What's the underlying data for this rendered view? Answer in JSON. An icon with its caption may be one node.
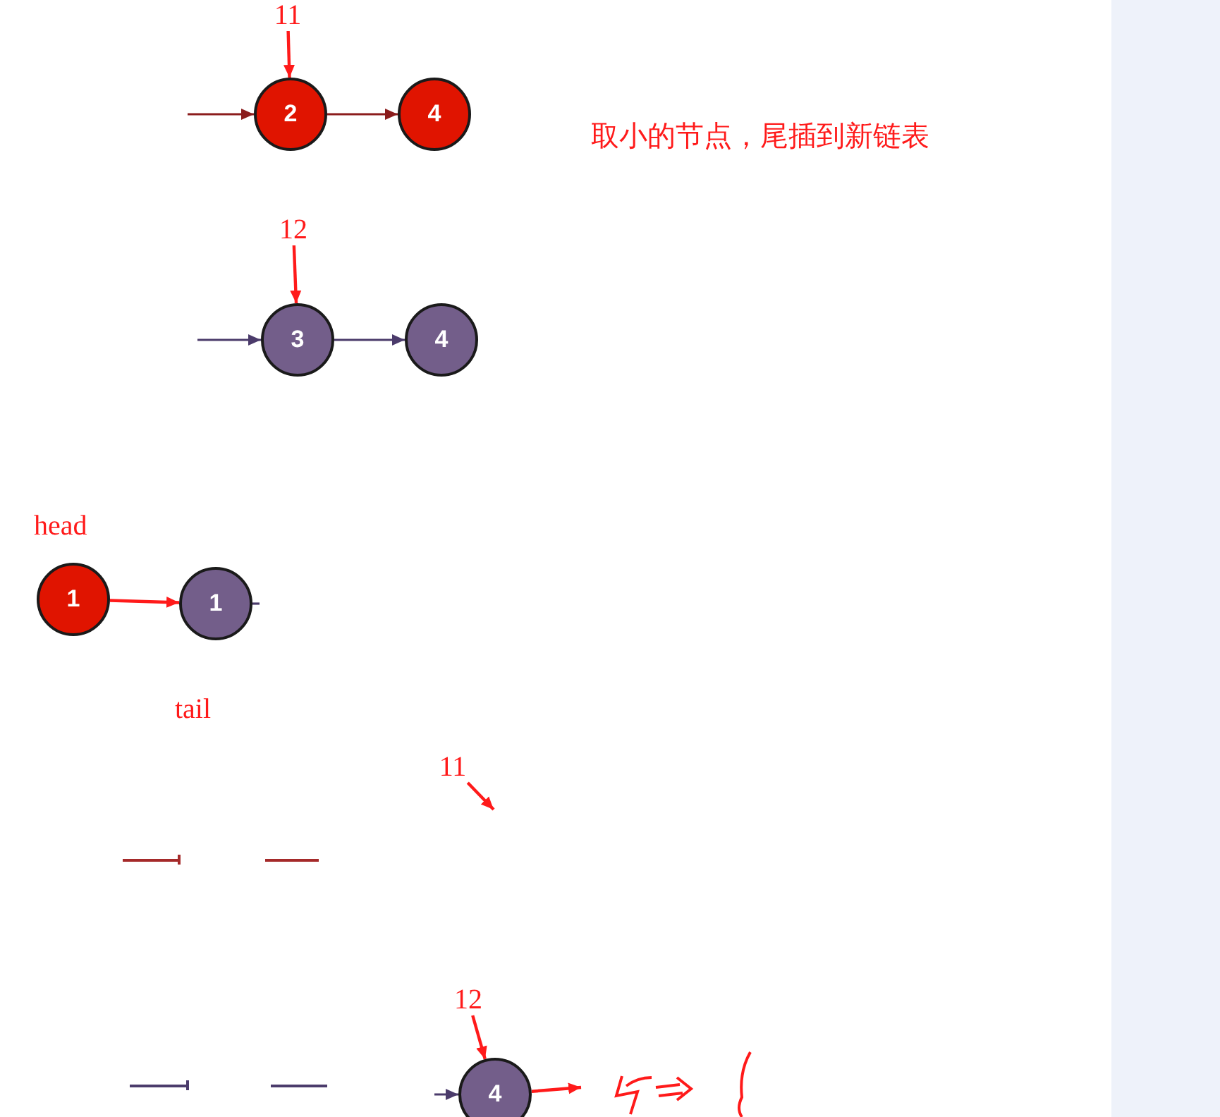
{
  "diagram": {
    "nodes": [
      {
        "text": [
          "11"
        ]
      },
      {
        "text": [
          "2"
        ]
      },
      {
        "text": [
          "4"
        ]
      },
      {
        "text": [
          "12"
        ]
      },
      {
        "text": [
          "3"
        ]
      },
      {
        "text": [
          "4"
        ]
      },
      {
        "text": [
          "1"
        ],
        "beside": [
          "head"
        ]
      },
      {
        "text": [
          "1"
        ]
      },
      {
        "text": [
          "11"
        ]
      },
      {
        "text": [
          "12"
        ]
      },
      {
        "text": [
          "4"
        ]
      }
    ],
    "edges": [
      {
        "from": 0,
        "to": 1,
        "arrow": "to",
        "color": "#ff1a1a"
      },
      {
        "from": null,
        "to": 1,
        "arrow": "to",
        "color": "#8b1c1c"
      },
      {
        "from": 1,
        "to": 2,
        "arrow": "to",
        "color": "#8b1c1c"
      },
      {
        "from": 3,
        "to": 4,
        "arrow": "to",
        "color": "#ff1a1a"
      },
      {
        "from": null,
        "to": 4,
        "arrow": "to",
        "color": "#4b3b6b"
      },
      {
        "from": 4,
        "to": 5,
        "arrow": "to",
        "color": "#4b3b6b"
      },
      {
        "from": 6,
        "to": 7,
        "arrow": "to",
        "color": "#ff1a1a"
      },
      {
        "from": 7,
        "to": null,
        "arrow": "none",
        "color": "#4b3b6b"
      },
      {
        "from": 8,
        "to": null,
        "arrow": "to",
        "color": "#ff1a1a"
      },
      {
        "from": 9,
        "to": 10,
        "arrow": "to",
        "color": "#ff1a1a"
      },
      {
        "from": null,
        "to": 10,
        "arrow": "to",
        "color": "#4b3b6b"
      },
      {
        "from": 10,
        "to": null,
        "arrow": "to",
        "color": "#ff1a1a"
      }
    ],
    "labels": [
      "取小的节点，尾插到新链表",
      "tail"
    ]
  }
}
